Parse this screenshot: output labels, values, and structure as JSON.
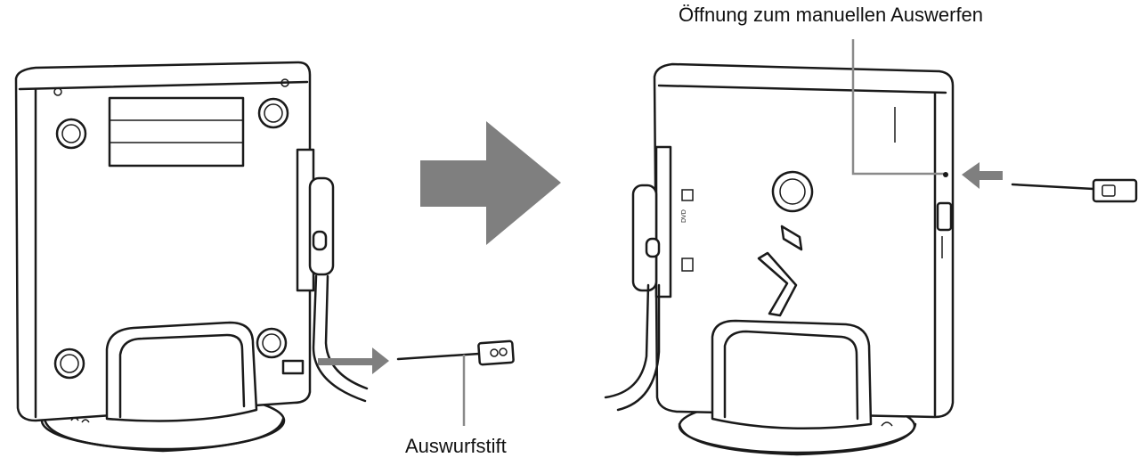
{
  "labels": {
    "manual_eject_opening": "Öffnung zum manuellen Auswerfen",
    "eject_pin": "Auswurfstift"
  },
  "colors": {
    "outline": "#1a1a1a",
    "arrow_gray": "#7f7f7f",
    "callout_line": "#8a8a8a",
    "background": "#ffffff"
  },
  "icons": [
    "direction-arrow-right",
    "insert-arrow-left",
    "insert-arrow-right"
  ]
}
